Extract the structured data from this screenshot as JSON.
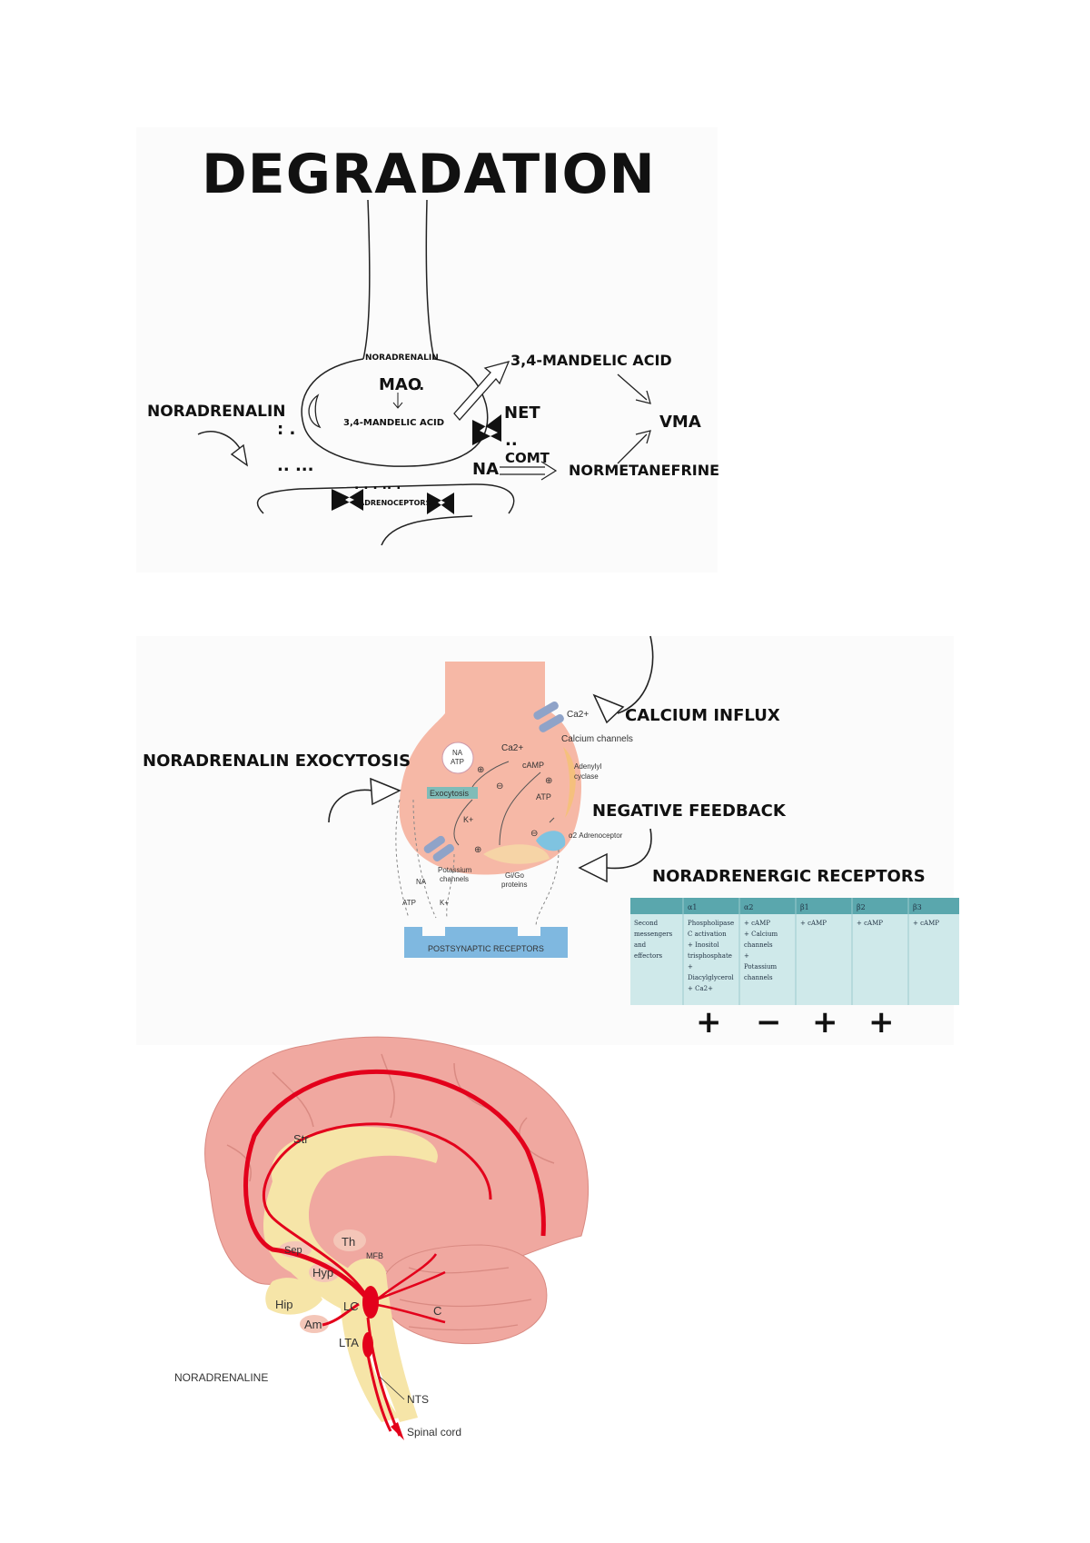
{
  "degradation": {
    "title": "DEGRADATION",
    "noradrenalin_inside": "NORADRENALIN",
    "mao": "MAO",
    "mandelic_inside": "3,4-MANDELIC ACID",
    "mandelic_out": "3,4-MANDELIC ACID",
    "vma": "VMA",
    "net": "NET",
    "comt": "COMT",
    "na": "NA",
    "normetanefrine": "NORMETANEFRINE",
    "noradrenalin_left": "NORADRENALIN",
    "adrenoceptors": "ADRENOCEPTORS"
  },
  "synapse": {
    "ca": "Ca2+",
    "calcium_channels": "Calcium channels",
    "calcium_influx": "CALCIUM INFLUX",
    "na_atp_na": "NA",
    "na_atp_atp": "ATP",
    "ca_inner": "Ca2+",
    "camp": "cAMP",
    "adenylyl": "Adenylyl",
    "cyclase": "cyclase",
    "atp": "ATP",
    "exocytosis": "Exocytosis",
    "noradrenalin_exocytosis": "NORADRENALIN EXOCYTOSIS",
    "negative_feedback": "NEGATIVE FEEDBACK",
    "k_plus": "K+",
    "alpha2": "α2 Adrenoceptor",
    "potassium": "Potassium",
    "channels": "channels",
    "gi": "Gi/Go",
    "proteins": "proteins",
    "na_bottom": "NA",
    "atp_bottom": "ATP",
    "k_bottom": "K+",
    "postsynaptic": "POSTSYNAPTIC RECEPTORS"
  },
  "receptors": {
    "title": "NORADRENERGIC RECEPTORS",
    "headers": [
      "",
      "α1",
      "α2",
      "β1",
      "β2",
      "β3"
    ],
    "row_label": [
      "Second",
      "messengers",
      "and",
      "effectors"
    ],
    "alpha1": [
      "Phospholipase",
      "C activation",
      "+ Inositol",
      "trisphosphate",
      "+",
      "Diacylglycerol",
      "+ Ca2+"
    ],
    "alpha2": [
      "+ cAMP",
      "+ Calcium",
      "channels",
      "+",
      "Potassium",
      "channels"
    ],
    "beta1": [
      "+ cAMP"
    ],
    "beta2": [
      "+ cAMP"
    ],
    "beta3": [
      "+ cAMP"
    ],
    "signs": [
      "+",
      "−",
      "+",
      "+"
    ],
    "header_color": "#5aa7ad",
    "body_color": "#cfe9ea"
  },
  "brain": {
    "str": "Str",
    "th": "Th",
    "sep": "Sep",
    "mfb": "MFB",
    "hyp": "Hyp",
    "hip": "Hip",
    "am": "Am",
    "lc": "LC",
    "lta": "LTA",
    "c": "C",
    "noradrenaline": "NORADRENALINE",
    "nts": "NTS",
    "spinal": "Spinal cord",
    "cortex_color": "#f0a8a0",
    "pathway_color": "#e3001b",
    "core_color": "#f6e5a8"
  }
}
